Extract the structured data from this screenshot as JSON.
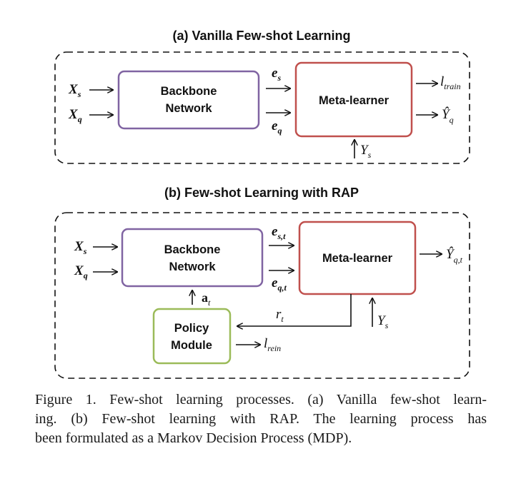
{
  "figure": {
    "panel_a": {
      "title": "(a) Vanilla Few-shot Learning",
      "backbone_line1": "Backbone",
      "backbone_line2": "Network",
      "meta_learner": "Meta-learner",
      "x_s": "X",
      "x_s_sub": "s",
      "x_q": "X",
      "x_q_sub": "q",
      "e_s": "e",
      "e_s_sub": "s",
      "e_q": "e",
      "e_q_sub": "q",
      "l_train": "l",
      "l_train_sub": "train",
      "y_hat_q": "Ŷ",
      "y_hat_q_sub": "q",
      "y_s": "Y",
      "y_s_sub": "s"
    },
    "panel_b": {
      "title": "(b) Few-shot Learning with RAP",
      "backbone_line1": "Backbone",
      "backbone_line2": "Network",
      "meta_learner": "Meta-learner",
      "policy_line1": "Policy",
      "policy_line2": "Module",
      "x_s": "X",
      "x_s_sub": "s",
      "x_q": "X",
      "x_q_sub": "q",
      "e_st": "e",
      "e_st_sub": "s,t",
      "e_qt": "e",
      "e_qt_sub": "q,t",
      "y_hat_qt": "Ŷ",
      "y_hat_qt_sub": "q,t",
      "y_s": "Y",
      "y_s_sub": "s",
      "r_t": "r",
      "r_t_sub": "t",
      "a_t": "a",
      "a_t_sub": "t",
      "l_rein": "l",
      "l_rein_sub": "rein"
    },
    "colors": {
      "backbone_border": "#8064a2",
      "meta_border": "#c0504d",
      "policy_border": "#9bbb59",
      "dash": "#111111"
    }
  },
  "caption": {
    "line1": "Figure 1. Few-shot learning processes. (a) Vanilla few-shot learn-",
    "line2": "ing.  (b) Few-shot learning with RAP. The learning process has",
    "line3": "been formulated as a Markov Decision Process (MDP)."
  }
}
